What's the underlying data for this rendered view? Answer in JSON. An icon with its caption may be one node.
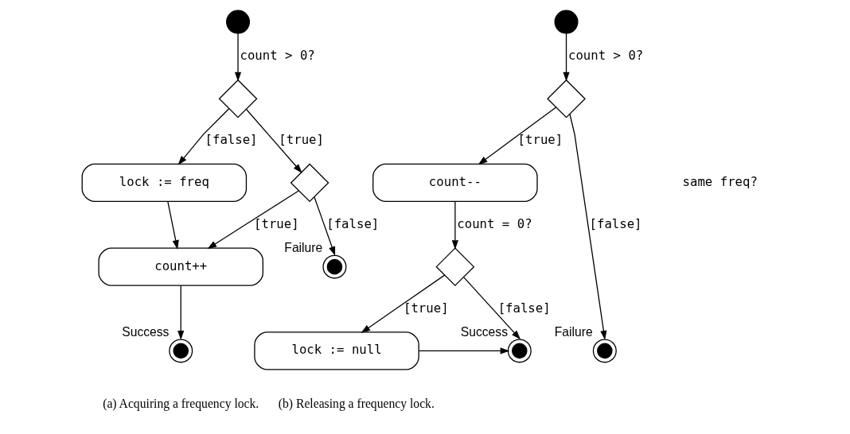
{
  "diagram": {
    "nodes": [
      {
        "text": [],
        "shape": "circle"
      },
      {
        "text": [],
        "shape": "diamond"
      },
      {
        "text": [
          "lock := freq"
        ]
      },
      {
        "text": [],
        "shape": "diamond"
      },
      {
        "text": [
          "count++"
        ]
      },
      {
        "text": [],
        "shape": "circle",
        "beside": [
          "Failure"
        ]
      },
      {
        "text": [],
        "shape": "circle",
        "beside": [
          "Success"
        ]
      },
      {
        "text": [],
        "shape": "circle"
      },
      {
        "text": [],
        "shape": "diamond"
      },
      {
        "text": [
          "count--"
        ]
      },
      {
        "text": [],
        "shape": "diamond"
      },
      {
        "text": [
          "lock := null"
        ]
      },
      {
        "text": [],
        "shape": "circle",
        "beside": [
          "Failure"
        ]
      },
      {
        "text": [],
        "shape": "circle",
        "beside": [
          "Success"
        ]
      }
    ],
    "edges": [
      {
        "from": 0,
        "to": 1,
        "arrow": "to",
        "label": "count > 0?"
      },
      {
        "from": 1,
        "to": 3,
        "arrow": "to",
        "label": "[true]"
      },
      {
        "from": 1,
        "to": 2,
        "arrow": "to",
        "label": "[false]"
      },
      {
        "from": 2,
        "to": 4,
        "arrow": "to"
      },
      {
        "from": 3,
        "to": 4,
        "arrow": "to",
        "label": "[true]"
      },
      {
        "from": 3,
        "to": 5,
        "arrow": "to",
        "label": "[false]"
      },
      {
        "from": 4,
        "to": 6,
        "arrow": "to"
      },
      {
        "from": 7,
        "to": 8,
        "arrow": "to",
        "label": "count > 0?"
      },
      {
        "from": 8,
        "to": 9,
        "arrow": "to",
        "label": "[true]"
      },
      {
        "from": 8,
        "to": 12,
        "arrow": "to",
        "label": "[false]"
      },
      {
        "from": 9,
        "to": 10,
        "arrow": "to",
        "label": "count = 0?"
      },
      {
        "from": 10,
        "to": 13,
        "arrow": "to",
        "label": "[false]"
      },
      {
        "from": 10,
        "to": 11,
        "arrow": "to",
        "label": "[true]"
      },
      {
        "from": 11,
        "to": 13,
        "arrow": "to"
      }
    ],
    "labels": [
      "same freq?",
      "(a) Acquiring a frequency lock.",
      "(b) Releasing a frequency lock."
    ]
  }
}
